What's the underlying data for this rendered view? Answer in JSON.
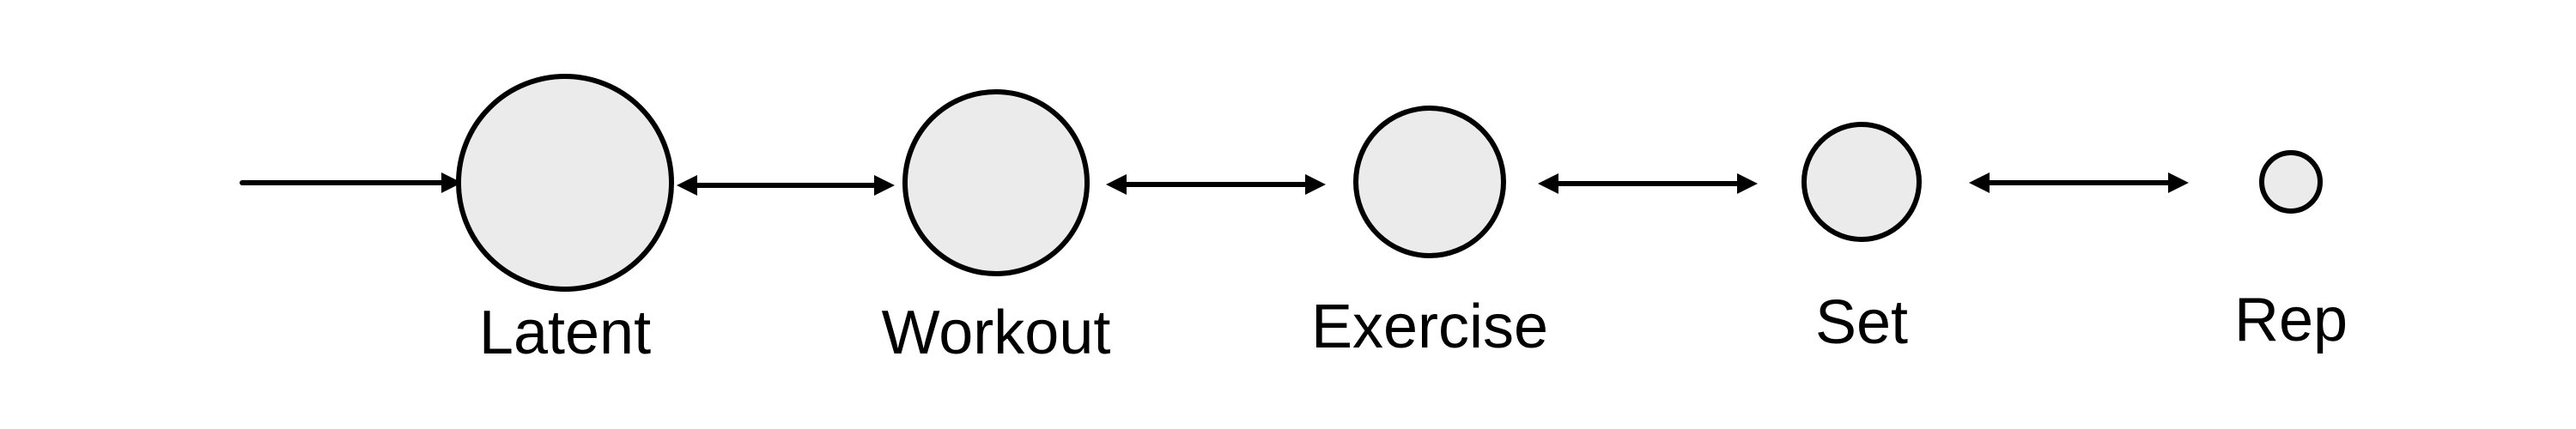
{
  "diagram": {
    "nodes": [
      {
        "id": "latent",
        "label": "Latent"
      },
      {
        "id": "workout",
        "label": "Workout"
      },
      {
        "id": "exercise",
        "label": "Exercise"
      },
      {
        "id": "set",
        "label": "Set"
      },
      {
        "id": "rep",
        "label": "Rep"
      }
    ],
    "edges": [
      {
        "from": "input",
        "to": "latent",
        "direction": "forward"
      },
      {
        "from": "latent",
        "to": "workout",
        "direction": "bidirectional"
      },
      {
        "from": "workout",
        "to": "exercise",
        "direction": "bidirectional"
      },
      {
        "from": "exercise",
        "to": "set",
        "direction": "bidirectional"
      },
      {
        "from": "set",
        "to": "rep",
        "direction": "bidirectional"
      }
    ],
    "colors": {
      "node_fill": "#ebebeb",
      "stroke": "#000000",
      "background": "#ffffff"
    }
  }
}
